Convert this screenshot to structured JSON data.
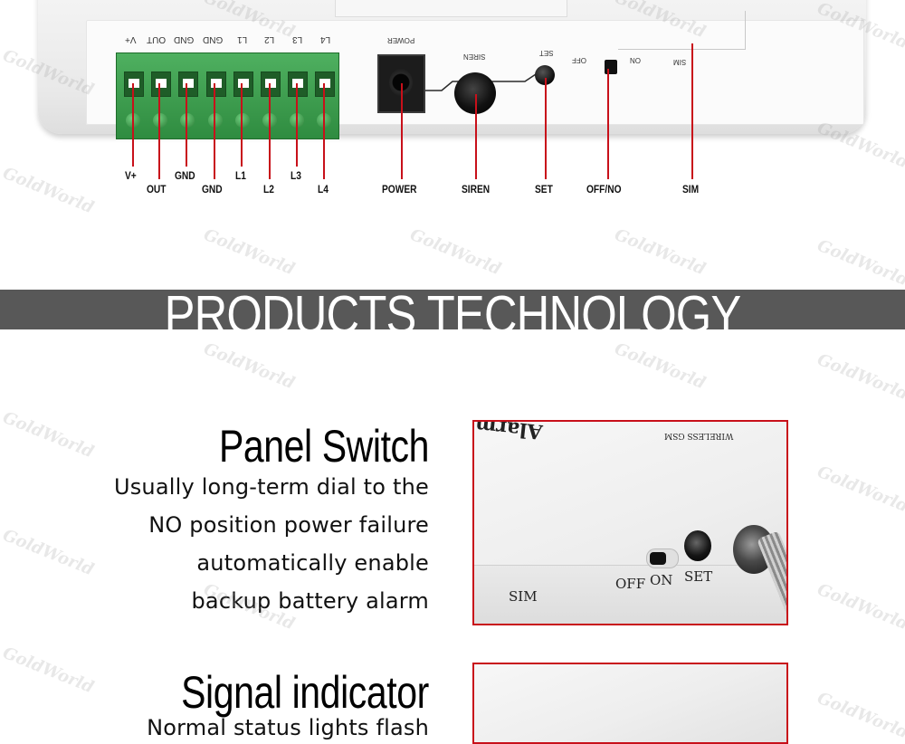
{
  "watermark_text": "GoldWorld",
  "device": {
    "panel_labels": [
      "V+",
      "OUT",
      "GND",
      "GND",
      "L1",
      "L2",
      "L3",
      "L4"
    ],
    "power_label": "POWER",
    "siren_label": "SIREN",
    "set_label": "SET",
    "off_label": "OFF",
    "on_label": "ON",
    "sim_label": "SIM",
    "callouts": {
      "v_plus": "V+",
      "out": "OUT",
      "gnd_1": "GND",
      "gnd_2": "GND",
      "l1": "L1",
      "l2": "L2",
      "l3": "L3",
      "l4": "L4",
      "power": "POWER",
      "siren": "SIREN",
      "set": "SET",
      "off_no": "OFF/NO",
      "sim": "SIM"
    }
  },
  "banner": {
    "title": "PRODUCTS TECHNOLOGY"
  },
  "features": [
    {
      "title": "Panel Switch",
      "lines": [
        "Usually long-term dial to the",
        "NO position power failure",
        "automatically enable",
        "backup battery alarm"
      ],
      "photo": {
        "top_text_1": "Alarm",
        "top_text_2": "WIRELESS GSM",
        "off_label": "OFF",
        "on_label": "ON",
        "set_label": "SET",
        "sim_label": "SIM"
      }
    },
    {
      "title": "Signal indicator",
      "lines": [
        "Normal status lights flash"
      ]
    }
  ],
  "colors": {
    "accent_red": "#c8101a",
    "banner_gray": "#585858",
    "terminal_green": "#3a9a4a"
  }
}
